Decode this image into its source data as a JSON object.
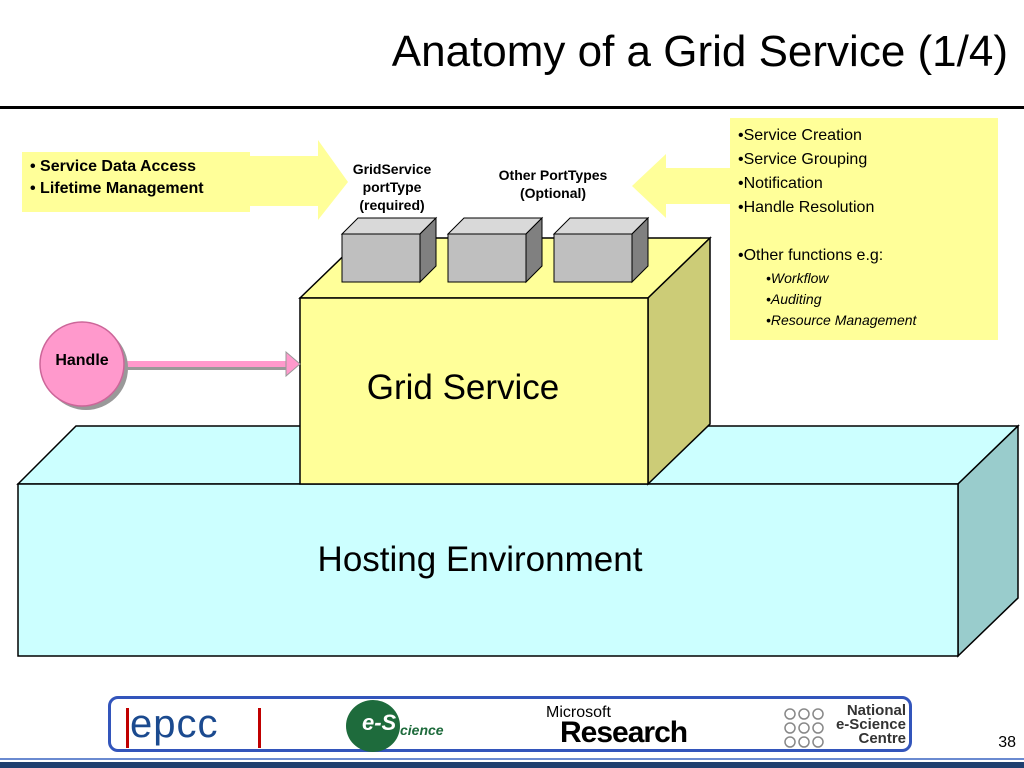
{
  "title": "Anatomy of a Grid Service (1/4)",
  "left_note": {
    "items": [
      "Service Data Access",
      "Lifetime Management"
    ]
  },
  "gridservice_porttype_label": [
    "GridService",
    "portType",
    "(required)"
  ],
  "other_porttypes_label": [
    "Other PortTypes",
    "(Optional)"
  ],
  "right_note": {
    "items": [
      "•Service Creation",
      "•Service Grouping",
      "•Notification",
      "•Handle Resolution"
    ],
    "other_heading": "•Other functions e.g:",
    "sub_items": [
      "•Workflow",
      "•Auditing",
      "•Resource Management"
    ]
  },
  "handle_label": "Handle",
  "grid_service_label": "Grid Service",
  "hosting_environment_label": "Hosting Environment",
  "footer": {
    "logos": {
      "epcc": "epcc",
      "escience": "e-S",
      "escience_sub": "cience",
      "microsoft": "Microsoft",
      "research": "Research",
      "nesc": [
        "National",
        "e-Science",
        "Centre"
      ]
    },
    "page_number": "38"
  },
  "colors": {
    "note_fill": "#ffff99",
    "grid_service_front": "#ffff99",
    "grid_service_side": "#cccc77",
    "hosting_front": "#ccffff",
    "hosting_side": "#99cccc",
    "porttype_front": "#bfbfbf",
    "porttype_side": "#808080",
    "handle_fill": "#ff99cc",
    "handle_arrow": "#ff66aa",
    "footer_border": "#3355bb"
  }
}
